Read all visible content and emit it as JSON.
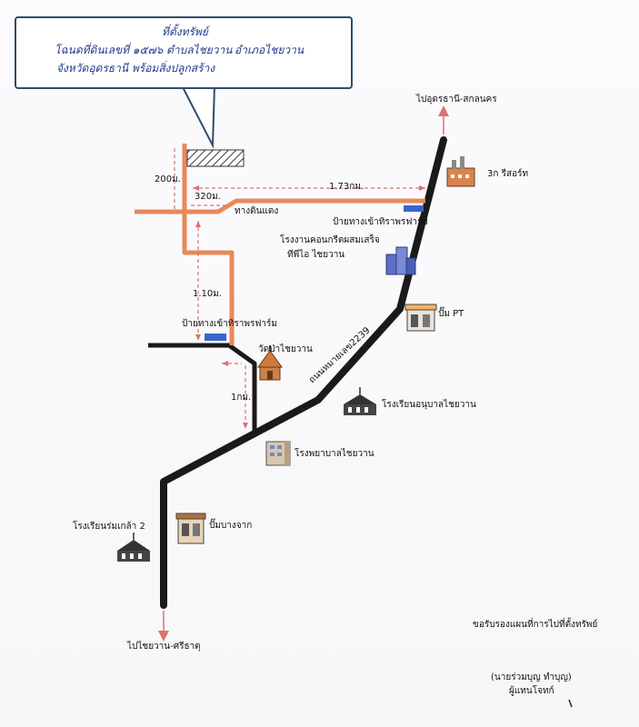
{
  "callout": {
    "line1": "ที่ตั้งทรัพย์",
    "line2a": "โฉนดที่ดินเลขที่  ๑๕๗๖  ตำบลไชยวาน",
    "line2b": "อำเภอไชยวาน",
    "line3": "จังหวัดอุดรธานี พร้อมสิ่งปลูกสร้าง"
  },
  "directions": {
    "north": "ไปอุดรธานี-สกลนคร",
    "south": "ไปไชยวาน-ศรีธาตุ"
  },
  "distances": {
    "d200": "200ม.",
    "d320": "320ม.",
    "d173": "1.73กม.",
    "d110": "1.10ม.",
    "d1km": "1กม."
  },
  "road_labels": {
    "dirt_road": "ทางดินแดง",
    "highway": "ถนนหมายเลข2239"
  },
  "landmarks": {
    "resort": "3ก รีสอร์ท",
    "farm_sign_right": "ป้ายทางเข้าทิราพรฟาร์ม",
    "concrete_plant_l1": "โรงงานคอนกรีตผสมเสร็จ",
    "concrete_plant_l2": "ทีพีไอ ไชยวาน",
    "pt_station": "ปั๊ม PT",
    "farm_sign_left": "ป้ายทางเข้าทิราพรฟาร์ม",
    "temple": "วัดป่าไชยวาน",
    "kindergarten": "โรงเรียนอนุบาลไชยวาน",
    "hospital": "โรงพยาบาลไชยวาน",
    "pump_bangjak": "ปั๊มบางจาก",
    "school": "โรงเรียนร่มเกล้า 2"
  },
  "footer": {
    "certify": "ขอรับรองแผนที่การไปที่ตั้งทรัพย์",
    "name": "(นายร่วมบุญ  ทำบุญ)",
    "role": "ผู้แทนโจทก์"
  },
  "colors": {
    "main_road": "#1a1a1a",
    "side_road": "#e8895a",
    "distance_marker": "#e07070",
    "sign": "#3a66c9",
    "callout_border": "#2d4d6b"
  },
  "icons": {
    "resort": "factory-icon",
    "concrete_plant": "building-cluster-icon",
    "pt_station": "gas-station-icon",
    "temple": "temple-icon",
    "kindergarten": "school-icon",
    "hospital": "hospital-icon",
    "pump": "gas-station-icon",
    "school": "school-icon"
  }
}
